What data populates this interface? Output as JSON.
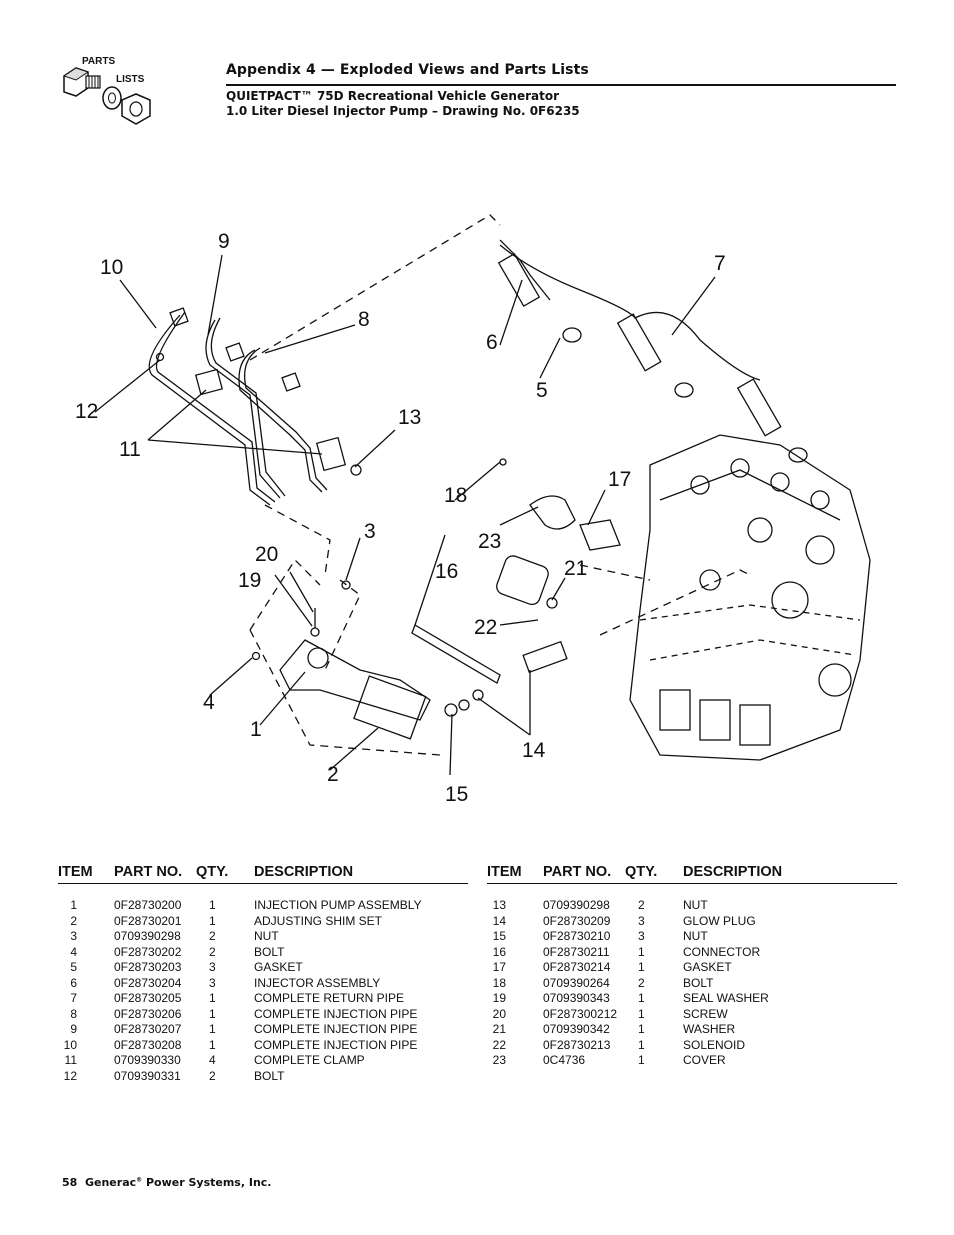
{
  "logo": {
    "line1": "PARTS",
    "line2": "LISTS"
  },
  "header": {
    "title": "Appendix 4 — Exploded Views and Parts Lists",
    "subtitle1": "QUIETPACT™ 75D Recreational Vehicle Generator",
    "subtitle2": "1.0 Liter Diesel Injector Pump – Drawing No. 0F6235"
  },
  "callouts": [
    "1",
    "2",
    "3",
    "4",
    "5",
    "6",
    "7",
    "8",
    "9",
    "10",
    "11",
    "12",
    "13",
    "14",
    "15",
    "16",
    "17",
    "18",
    "19",
    "20",
    "21",
    "22",
    "23"
  ],
  "table_headers": {
    "item": "ITEM",
    "part": "PART NO.",
    "qty": "QTY.",
    "desc": "DESCRIPTION"
  },
  "parts_left": [
    {
      "item": "1",
      "part": "0F28730200",
      "qty": "1",
      "desc": "INJECTION PUMP ASSEMBLY"
    },
    {
      "item": "2",
      "part": "0F28730201",
      "qty": "1",
      "desc": "ADJUSTING SHIM SET"
    },
    {
      "item": "3",
      "part": "0709390298",
      "qty": "2",
      "desc": "NUT"
    },
    {
      "item": "4",
      "part": "0F28730202",
      "qty": "2",
      "desc": "BOLT"
    },
    {
      "item": "5",
      "part": "0F28730203",
      "qty": "3",
      "desc": "GASKET"
    },
    {
      "item": "6",
      "part": "0F28730204",
      "qty": "3",
      "desc": "INJECTOR ASSEMBLY"
    },
    {
      "item": "7",
      "part": "0F28730205",
      "qty": "1",
      "desc": "COMPLETE RETURN PIPE"
    },
    {
      "item": "8",
      "part": "0F28730206",
      "qty": "1",
      "desc": "COMPLETE INJECTION PIPE"
    },
    {
      "item": "9",
      "part": "0F28730207",
      "qty": "1",
      "desc": "COMPLETE INJECTION PIPE"
    },
    {
      "item": "10",
      "part": "0F28730208",
      "qty": "1",
      "desc": "COMPLETE INJECTION PIPE"
    },
    {
      "item": "11",
      "part": "0709390330",
      "qty": "4",
      "desc": "COMPLETE CLAMP"
    },
    {
      "item": "12",
      "part": "0709390331",
      "qty": "2",
      "desc": "BOLT"
    }
  ],
  "parts_right": [
    {
      "item": "13",
      "part": "0709390298",
      "qty": "2",
      "desc": "NUT"
    },
    {
      "item": "14",
      "part": "0F28730209",
      "qty": "3",
      "desc": "GLOW PLUG"
    },
    {
      "item": "15",
      "part": "0F28730210",
      "qty": "3",
      "desc": "NUT"
    },
    {
      "item": "16",
      "part": "0F28730211",
      "qty": "1",
      "desc": "CONNECTOR"
    },
    {
      "item": "17",
      "part": "0F28730214",
      "qty": "1",
      "desc": "GASKET"
    },
    {
      "item": "18",
      "part": "0709390264",
      "qty": "2",
      "desc": "BOLT"
    },
    {
      "item": "19",
      "part": "0709390343",
      "qty": "1",
      "desc": "SEAL WASHER"
    },
    {
      "item": "20",
      "part": "0F287300212",
      "qty": "1",
      "desc": "SCREW"
    },
    {
      "item": "21",
      "part": "0709390342",
      "qty": "1",
      "desc": "WASHER"
    },
    {
      "item": "22",
      "part": "0F28730213",
      "qty": "1",
      "desc": "SOLENOID"
    },
    {
      "item": "23",
      "part": "0C4736",
      "qty": "1",
      "desc": "COVER"
    }
  ],
  "footer": {
    "page": "58",
    "company": "Generac",
    "reg": "®",
    "suffix": "Power Systems, Inc."
  }
}
